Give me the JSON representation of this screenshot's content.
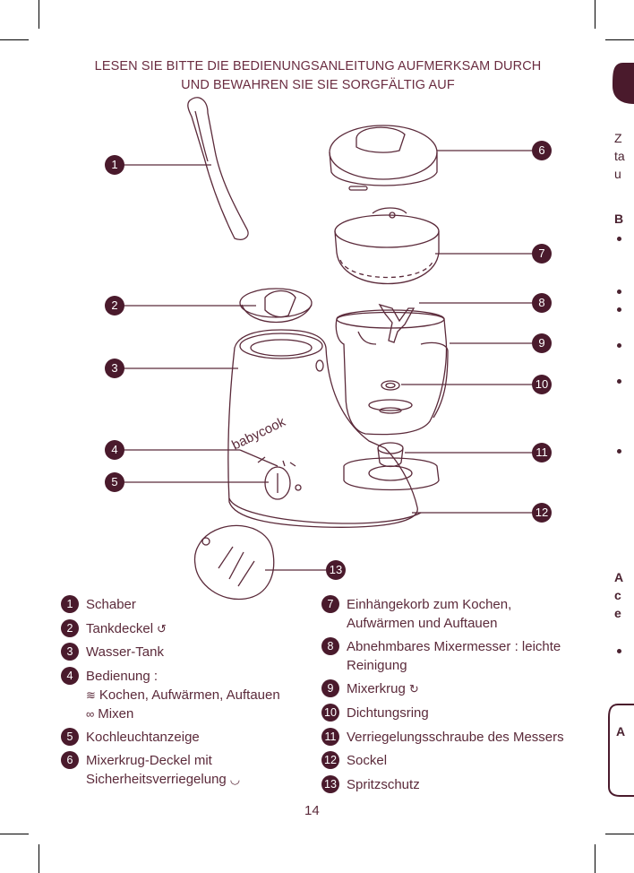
{
  "header": {
    "line1": "LESEN SIE BITTE DIE BEDIENUNGSANLEITUNG AUFMERKSAM DURCH",
    "line2": "UND BEWAHREN SIE SIE SORGFÄLTIG AUF"
  },
  "brand": "babycook",
  "callouts": [
    "1",
    "2",
    "3",
    "4",
    "5",
    "6",
    "7",
    "8",
    "9",
    "10",
    "11",
    "12",
    "13"
  ],
  "legend": {
    "left": [
      {
        "num": "1",
        "text": "Schaber"
      },
      {
        "num": "2",
        "text": "Tankdeckel"
      },
      {
        "num": "3",
        "text": "Wasser-Tank"
      },
      {
        "num": "4",
        "text": "Bedienung :",
        "line2": "Kochen, Aufwärmen, Auftauen",
        "line3": "Mixen"
      },
      {
        "num": "5",
        "text": "Kochleuchtanzeige"
      },
      {
        "num": "6",
        "text": "Mixerkrug-Deckel mit",
        "line2": "Sicherheitsverriegelung"
      }
    ],
    "right": [
      {
        "num": "7",
        "text": "Einhängekorb zum Kochen,",
        "line2": "Aufwärmen und Auftauen"
      },
      {
        "num": "8",
        "text": "Abnehmbares Mixermesser : leichte",
        "line2": "Reinigung"
      },
      {
        "num": "9",
        "text": "Mixerkrug"
      },
      {
        "num": "10",
        "text": "Dichtungsring"
      },
      {
        "num": "11",
        "text": "Verriegelungsschraube des Messers"
      },
      {
        "num": "12",
        "text": "Sockel"
      },
      {
        "num": "13",
        "text": "Spritzschutz"
      }
    ]
  },
  "page_number": "14",
  "edge_fragments": {
    "z": "Z",
    "ta": "ta",
    "u": "u",
    "b": "B",
    "a1": "A",
    "c": "c",
    "e": "e",
    "a2": "A"
  },
  "colors": {
    "accent": "#4a1a2c",
    "line": "#5b2a3a"
  }
}
